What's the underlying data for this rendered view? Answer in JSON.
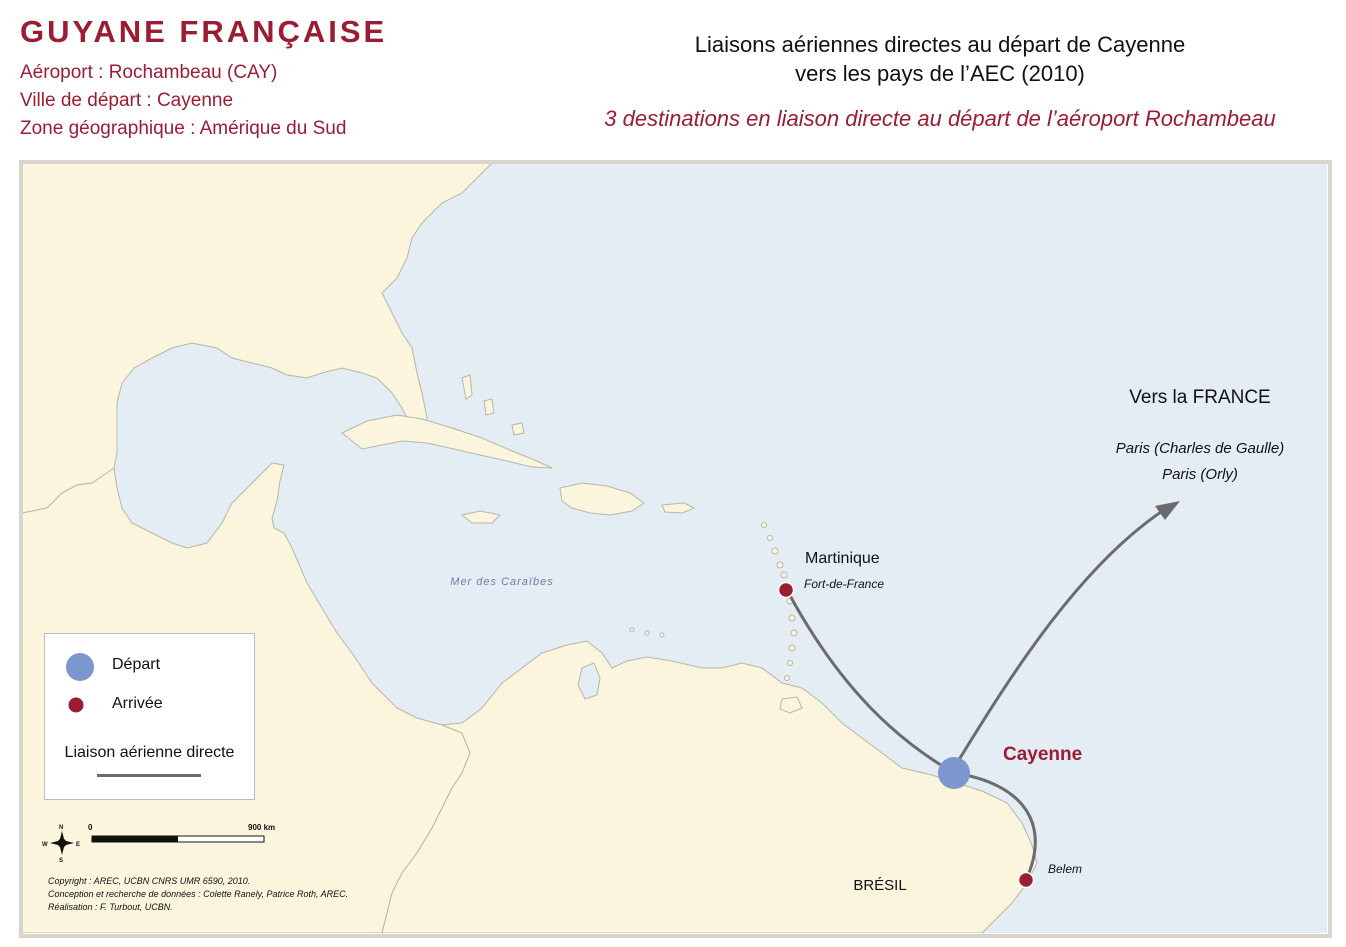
{
  "header": {
    "country": "GUYANE FRANÇAISE",
    "airport": "Aéroport : Rochambeau (CAY)",
    "departure_city": "Ville de départ : Cayenne",
    "zone": "Zone géographique : Amérique du Sud"
  },
  "title": {
    "line1": "Liaisons aériennes directes au départ de Cayenne",
    "line2": "vers les pays de l’AEC (2010)",
    "subtitle": "3 destinations en liaison directe au départ de l’aéroport Rochambeau"
  },
  "map": {
    "sea_label": "Mer des Caraïbes",
    "departure": {
      "name": "Cayenne"
    },
    "destinations": [
      {
        "country": "Martinique",
        "city": "Fort-de-France"
      },
      {
        "country": "",
        "city": "Belem"
      }
    ],
    "country_label": "BRÉSIL",
    "france": {
      "heading": "Vers la FRANCE",
      "airports": [
        "Paris (Charles de Gaulle)",
        "Paris (Orly)"
      ]
    },
    "compass": {
      "n": "N",
      "s": "S",
      "e": "E",
      "w": "W"
    },
    "scale": {
      "start": "0",
      "end": "900 km"
    },
    "colors": {
      "sea": "#e4ecf4",
      "land": "#fbf5dd",
      "departure": "#7b97cd",
      "arrival": "#9b1c33",
      "route": "#6b6b6b",
      "accent": "#9b1c33"
    }
  },
  "legend": {
    "departure": "Départ",
    "arrival": "Arrivée",
    "route": "Liaison aérienne directe"
  },
  "credits": {
    "line1": "Copyright : AREC, UCBN CNRS UMR 6590, 2010.",
    "line2": "Conception et recherche de données : Colette Ranely, Patrice Roth, AREC.",
    "line3": "Réalisation : F. Turbout, UCBN."
  }
}
